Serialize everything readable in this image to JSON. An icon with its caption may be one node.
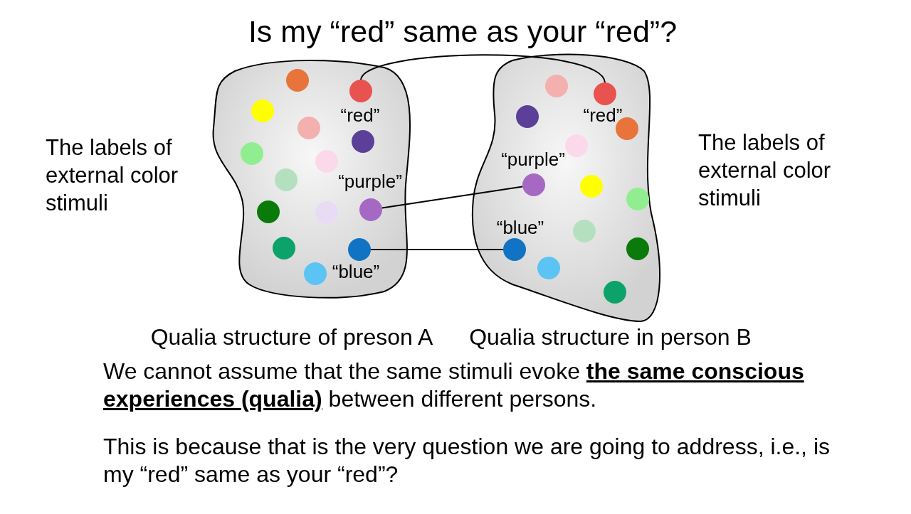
{
  "diagram": {
    "title": "Is my “red” same as your “red”?",
    "nodes": [
      {
        "text": [
          "Qualia structure of preson A"
        ]
      },
      {
        "text": [],
        "shape": "circle",
        "in": 0
      },
      {
        "text": [],
        "shape": "circle",
        "in": 0,
        "beside": [
          "“red”"
        ]
      },
      {
        "text": [],
        "shape": "circle",
        "in": 0
      },
      {
        "text": [],
        "shape": "circle",
        "in": 0
      },
      {
        "text": [],
        "shape": "circle",
        "in": 0
      },
      {
        "text": [],
        "shape": "circle",
        "in": 0
      },
      {
        "text": [],
        "shape": "circle",
        "in": 0
      },
      {
        "text": [],
        "shape": "circle",
        "in": 0
      },
      {
        "text": [],
        "shape": "circle",
        "in": 0
      },
      {
        "text": [],
        "shape": "circle",
        "in": 0
      },
      {
        "text": [],
        "shape": "circle",
        "in": 0,
        "beside": [
          "“purple”"
        ]
      },
      {
        "text": [],
        "shape": "circle",
        "in": 0
      },
      {
        "text": [],
        "shape": "circle",
        "in": 0,
        "beside": [
          "“blue”"
        ]
      },
      {
        "text": [],
        "shape": "circle",
        "in": 0
      },
      {
        "text": [
          "Qualia structure in person B"
        ]
      },
      {
        "text": [],
        "shape": "circle",
        "in": 15
      },
      {
        "text": [],
        "shape": "circle",
        "in": 15,
        "beside": [
          "“red”"
        ]
      },
      {
        "text": [],
        "shape": "circle",
        "in": 15
      },
      {
        "text": [],
        "shape": "circle",
        "in": 15
      },
      {
        "text": [],
        "shape": "circle",
        "in": 15
      },
      {
        "text": [],
        "shape": "circle",
        "in": 15,
        "beside": [
          "“purple”"
        ]
      },
      {
        "text": [],
        "shape": "circle",
        "in": 15
      },
      {
        "text": [],
        "shape": "circle",
        "in": 15
      },
      {
        "text": [],
        "shape": "circle",
        "in": 15
      },
      {
        "text": [],
        "shape": "circle",
        "in": 15,
        "beside": [
          "“blue”"
        ]
      },
      {
        "text": [],
        "shape": "circle",
        "in": 15
      },
      {
        "text": [],
        "shape": "circle",
        "in": 15
      },
      {
        "text": [],
        "shape": "circle",
        "in": 15
      }
    ],
    "edges": [
      {
        "from": 2,
        "to": 17,
        "arrow": "none"
      },
      {
        "from": 11,
        "to": 21,
        "arrow": "none"
      },
      {
        "from": 13,
        "to": 25,
        "arrow": "none"
      }
    ],
    "labels": [
      "The labels of external color stimuli",
      "The labels of external color stimuli",
      "We cannot assume that the same stimuli evoke **the same conscious experiences (qualia)** between different persons.",
      "This is because that is the very question we are going to address, i.e., is my “red” same as your “red”?"
    ]
  }
}
